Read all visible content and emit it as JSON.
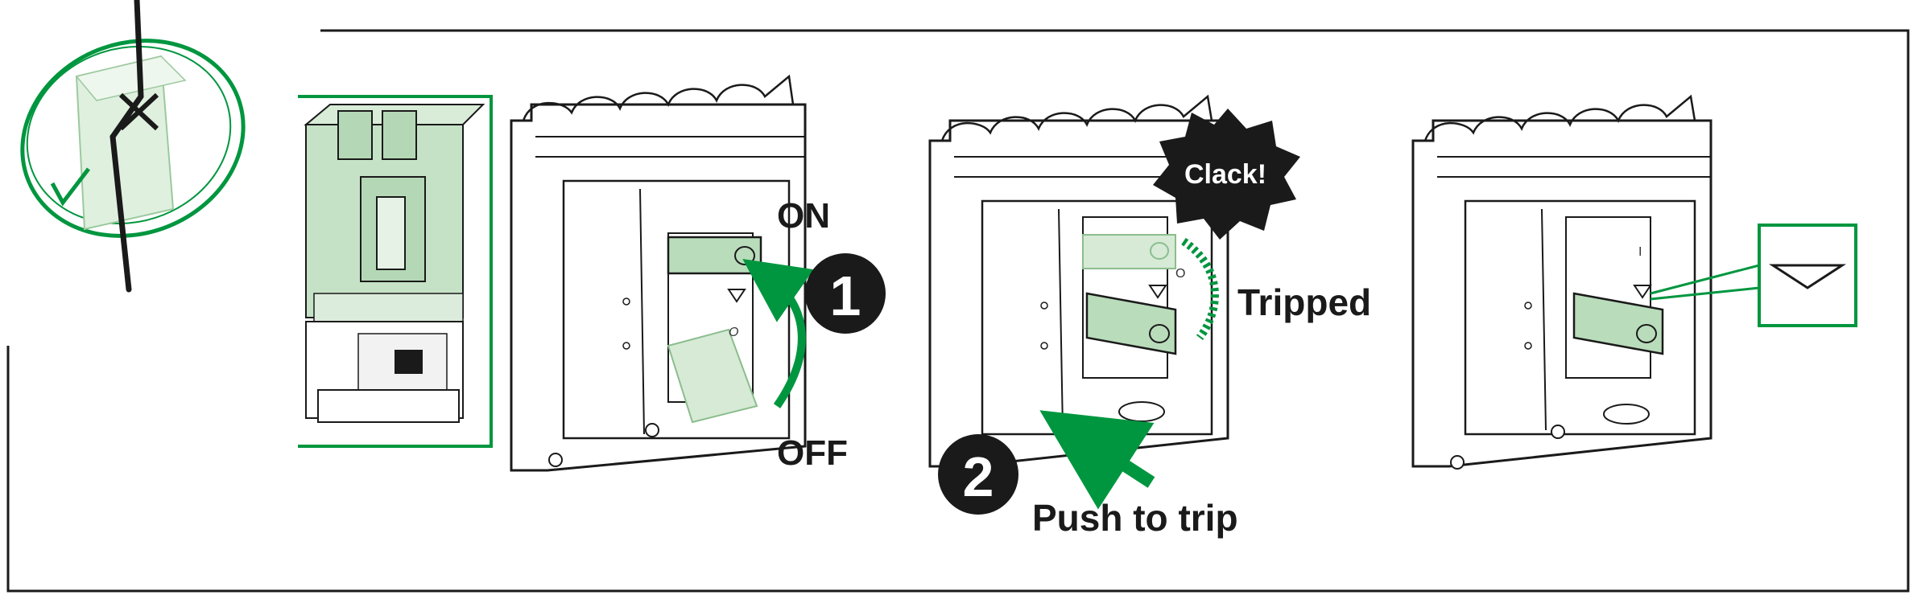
{
  "labels": {
    "on": "ON",
    "off": "OFF",
    "tripped": "Tripped",
    "push_to_trip": "Push to trip",
    "clack": "Clack!"
  },
  "steps": {
    "step1": "1",
    "step2": "2"
  },
  "handle_marks": {
    "on_mark": "I",
    "off_mark": "O"
  },
  "colors": {
    "accent_green": "#00963f",
    "handle_green": "#b9dcbb",
    "handle_green_light": "#d6ead6",
    "device_green": "#c5e2c6",
    "outline": "#1a1a1a",
    "badge": "#1a1a1a"
  },
  "icons": {
    "corner": "check-circle-icon",
    "magnified_mark": "triangle-indicator-icon"
  }
}
